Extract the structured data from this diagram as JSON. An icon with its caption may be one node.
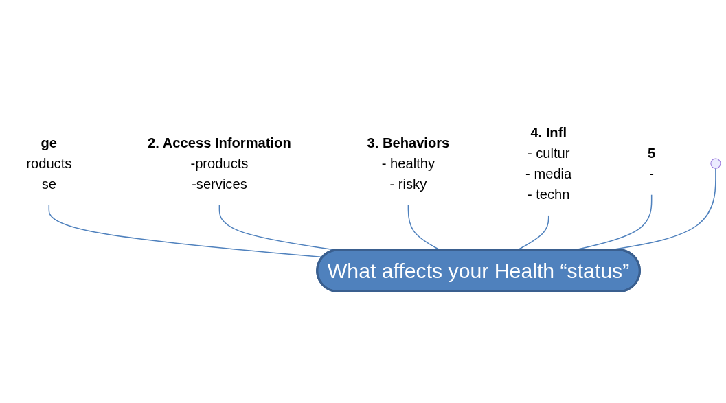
{
  "diagram": {
    "nodes": [
      {
        "text": [
          "2. Access Information",
          "-products",
          "-services"
        ]
      },
      {
        "text": [
          "ge",
          "roducts",
          "se"
        ]
      },
      {
        "text": [
          "3. Behaviors",
          "- healthy",
          "- risky"
        ]
      },
      {
        "text": [
          "4. Infl",
          "- cultur",
          "- media",
          "- techn"
        ]
      },
      {
        "text": [
          "What affects your Health “status”"
        ]
      },
      {
        "text": [
          "5",
          "-"
        ]
      }
    ],
    "edges": [
      {
        "from": 1,
        "to": 4,
        "arrow": "none"
      },
      {
        "from": 0,
        "to": 4,
        "arrow": "none"
      },
      {
        "from": 2,
        "to": 4,
        "arrow": "none"
      },
      {
        "from": 3,
        "to": 4,
        "arrow": "none"
      },
      {
        "from": 5,
        "to": 4,
        "arrow": "none"
      },
      {
        "from": null,
        "to": 4,
        "arrow": "none"
      }
    ]
  }
}
